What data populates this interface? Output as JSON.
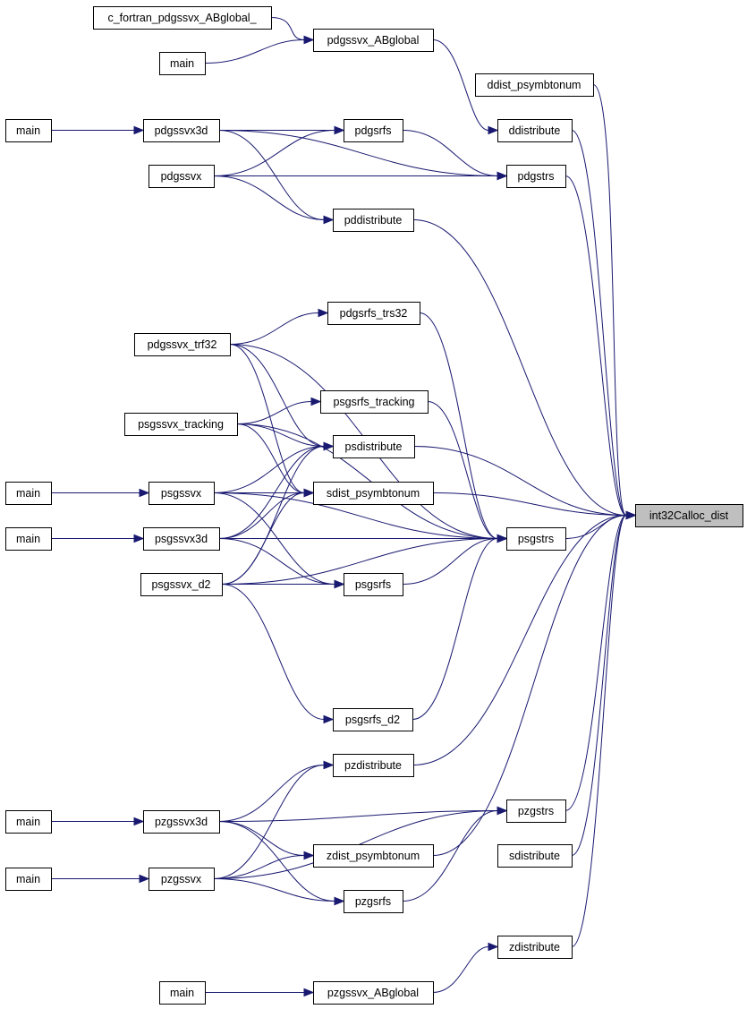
{
  "colors": {
    "edge": "#191970",
    "node_border": "#000000",
    "node_fill": "#ffffff",
    "root_fill": "#bfbfbf"
  },
  "nodes": [
    {
      "id": "c_fortran",
      "label": "c_fortran_pdgssvx_ABglobal_"
    },
    {
      "id": "main1",
      "label": "main"
    },
    {
      "id": "pdgssvx_ABglobal",
      "label": "pdgssvx_ABglobal"
    },
    {
      "id": "ddist_psymbtonum",
      "label": "ddist_psymbtonum"
    },
    {
      "id": "ddistribute",
      "label": "ddistribute"
    },
    {
      "id": "main2",
      "label": "main"
    },
    {
      "id": "pdgssvx3d",
      "label": "pdgssvx3d"
    },
    {
      "id": "pdgsrfs",
      "label": "pdgsrfs"
    },
    {
      "id": "pdgssvx",
      "label": "pdgssvx"
    },
    {
      "id": "pdgstrs",
      "label": "pdgstrs"
    },
    {
      "id": "pddistribute",
      "label": "pddistribute"
    },
    {
      "id": "pdgsrfs_trs32",
      "label": "pdgsrfs_trs32"
    },
    {
      "id": "pdgssvx_trf32",
      "label": "pdgssvx_trf32"
    },
    {
      "id": "psgsrfs_tracking",
      "label": "psgsrfs_tracking"
    },
    {
      "id": "psgssvx_tracking",
      "label": "psgssvx_tracking"
    },
    {
      "id": "psdistribute",
      "label": "psdistribute"
    },
    {
      "id": "main3",
      "label": "main"
    },
    {
      "id": "psgssvx",
      "label": "psgssvx"
    },
    {
      "id": "sdist_psymbtonum",
      "label": "sdist_psymbtonum"
    },
    {
      "id": "int32Calloc_dist",
      "label": "int32Calloc_dist",
      "root": true
    },
    {
      "id": "main4",
      "label": "main"
    },
    {
      "id": "psgssvx3d",
      "label": "psgssvx3d"
    },
    {
      "id": "psgstrs",
      "label": "psgstrs"
    },
    {
      "id": "psgssvx_d2",
      "label": "psgssvx_d2"
    },
    {
      "id": "psgsrfs",
      "label": "psgsrfs"
    },
    {
      "id": "psgsrfs_d2",
      "label": "psgsrfs_d2"
    },
    {
      "id": "pzdistribute",
      "label": "pzdistribute"
    },
    {
      "id": "pzgstrs",
      "label": "pzgstrs"
    },
    {
      "id": "main5",
      "label": "main"
    },
    {
      "id": "pzgssvx3d",
      "label": "pzgssvx3d"
    },
    {
      "id": "zdist_psymbtonum",
      "label": "zdist_psymbtonum"
    },
    {
      "id": "sdistribute",
      "label": "sdistribute"
    },
    {
      "id": "main6",
      "label": "main"
    },
    {
      "id": "pzgssvx",
      "label": "pzgssvx"
    },
    {
      "id": "pzgsrfs",
      "label": "pzgsrfs"
    },
    {
      "id": "zdistribute",
      "label": "zdistribute"
    },
    {
      "id": "main7",
      "label": "main"
    },
    {
      "id": "pzgssvx_ABglobal",
      "label": "pzgssvx_ABglobal"
    }
  ],
  "edges": [
    {
      "from": "c_fortran",
      "to": "pdgssvx_ABglobal"
    },
    {
      "from": "main1",
      "to": "pdgssvx_ABglobal"
    },
    {
      "from": "pdgssvx_ABglobal",
      "to": "ddistribute"
    },
    {
      "from": "ddist_psymbtonum",
      "to": "int32Calloc_dist"
    },
    {
      "from": "ddistribute",
      "to": "int32Calloc_dist"
    },
    {
      "from": "main2",
      "to": "pdgssvx3d"
    },
    {
      "from": "pdgssvx3d",
      "to": "pdgsrfs"
    },
    {
      "from": "pdgssvx3d",
      "to": "pdgstrs"
    },
    {
      "from": "pdgssvx3d",
      "to": "pddistribute"
    },
    {
      "from": "pdgssvx",
      "to": "pdgsrfs"
    },
    {
      "from": "pdgssvx",
      "to": "pdgstrs"
    },
    {
      "from": "pdgssvx",
      "to": "pddistribute"
    },
    {
      "from": "pdgsrfs",
      "to": "pdgstrs"
    },
    {
      "from": "pdgstrs",
      "to": "int32Calloc_dist"
    },
    {
      "from": "pddistribute",
      "to": "int32Calloc_dist"
    },
    {
      "from": "pdgssvx_trf32",
      "to": "pdgsrfs_trs32"
    },
    {
      "from": "pdgssvx_trf32",
      "to": "psgstrs"
    },
    {
      "from": "pdgssvx_trf32",
      "to": "psdistribute"
    },
    {
      "from": "pdgssvx_trf32",
      "to": "sdist_psymbtonum"
    },
    {
      "from": "pdgsrfs_trs32",
      "to": "psgstrs"
    },
    {
      "from": "psgssvx_tracking",
      "to": "psgsrfs_tracking"
    },
    {
      "from": "psgssvx_tracking",
      "to": "psgstrs"
    },
    {
      "from": "psgssvx_tracking",
      "to": "psdistribute"
    },
    {
      "from": "psgssvx_tracking",
      "to": "sdist_psymbtonum"
    },
    {
      "from": "psgsrfs_tracking",
      "to": "psgstrs"
    },
    {
      "from": "psdistribute",
      "to": "int32Calloc_dist"
    },
    {
      "from": "main3",
      "to": "psgssvx"
    },
    {
      "from": "psgssvx",
      "to": "psdistribute"
    },
    {
      "from": "psgssvx",
      "to": "sdist_psymbtonum"
    },
    {
      "from": "psgssvx",
      "to": "psgstrs"
    },
    {
      "from": "psgssvx",
      "to": "psgsrfs"
    },
    {
      "from": "sdist_psymbtonum",
      "to": "int32Calloc_dist"
    },
    {
      "from": "main4",
      "to": "psgssvx3d"
    },
    {
      "from": "psgssvx3d",
      "to": "psdistribute"
    },
    {
      "from": "psgssvx3d",
      "to": "sdist_psymbtonum"
    },
    {
      "from": "psgssvx3d",
      "to": "psgstrs"
    },
    {
      "from": "psgssvx3d",
      "to": "psgsrfs"
    },
    {
      "from": "psgstrs",
      "to": "int32Calloc_dist"
    },
    {
      "from": "psgssvx_d2",
      "to": "psdistribute"
    },
    {
      "from": "psgssvx_d2",
      "to": "sdist_psymbtonum"
    },
    {
      "from": "psgssvx_d2",
      "to": "psgsrfs"
    },
    {
      "from": "psgssvx_d2",
      "to": "psgstrs"
    },
    {
      "from": "psgssvx_d2",
      "to": "psgsrfs_d2"
    },
    {
      "from": "psgsrfs",
      "to": "psgstrs"
    },
    {
      "from": "psgsrfs_d2",
      "to": "psgstrs"
    },
    {
      "from": "pzdistribute",
      "to": "int32Calloc_dist"
    },
    {
      "from": "pzgstrs",
      "to": "int32Calloc_dist"
    },
    {
      "from": "main5",
      "to": "pzgssvx3d"
    },
    {
      "from": "pzgssvx3d",
      "to": "pzdistribute"
    },
    {
      "from": "pzgssvx3d",
      "to": "pzgstrs"
    },
    {
      "from": "pzgssvx3d",
      "to": "zdist_psymbtonum"
    },
    {
      "from": "pzgssvx3d",
      "to": "pzgsrfs"
    },
    {
      "from": "zdist_psymbtonum",
      "to": "int32Calloc_dist"
    },
    {
      "from": "sdistribute",
      "to": "int32Calloc_dist"
    },
    {
      "from": "main6",
      "to": "pzgssvx"
    },
    {
      "from": "pzgssvx",
      "to": "pzdistribute"
    },
    {
      "from": "pzgssvx",
      "to": "zdist_psymbtonum"
    },
    {
      "from": "pzgssvx",
      "to": "pzgsrfs"
    },
    {
      "from": "pzgssvx",
      "to": "pzgstrs"
    },
    {
      "from": "pzgsrfs",
      "to": "pzgstrs"
    },
    {
      "from": "zdistribute",
      "to": "int32Calloc_dist"
    },
    {
      "from": "main7",
      "to": "pzgssvx_ABglobal"
    },
    {
      "from": "pzgssvx_ABglobal",
      "to": "zdistribute"
    }
  ]
}
